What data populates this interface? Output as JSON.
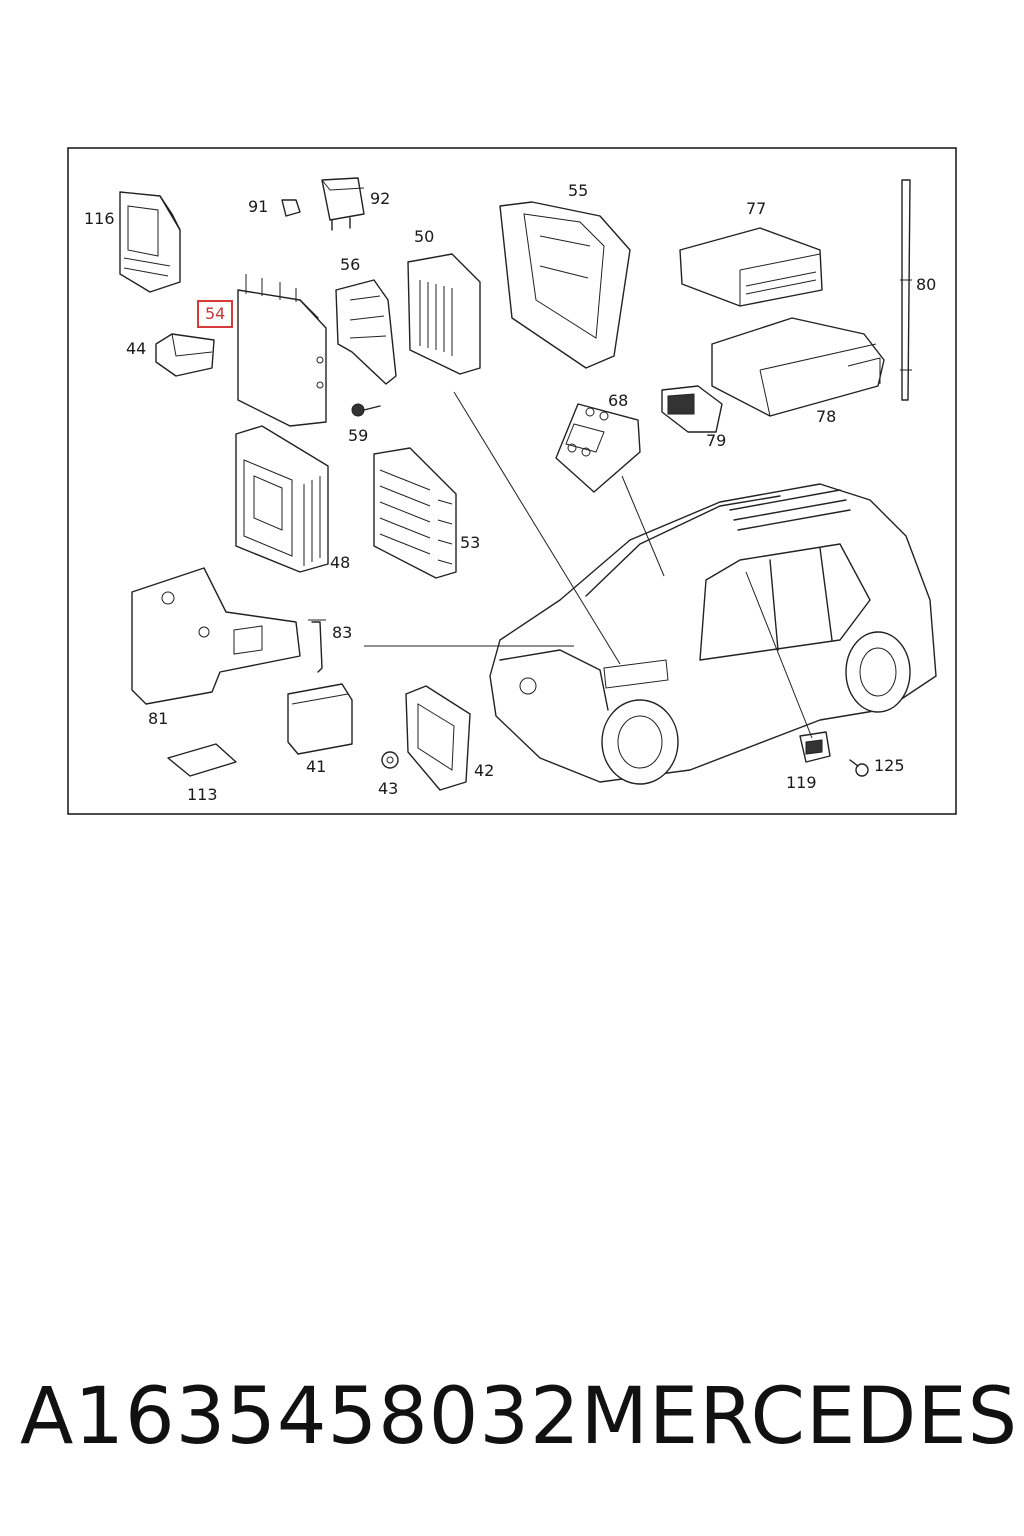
{
  "callouts": [
    {
      "id": "116",
      "label": "116"
    },
    {
      "id": "91",
      "label": "91"
    },
    {
      "id": "92",
      "label": "92"
    },
    {
      "id": "55",
      "label": "55"
    },
    {
      "id": "77",
      "label": "77"
    },
    {
      "id": "56",
      "label": "56"
    },
    {
      "id": "50",
      "label": "50"
    },
    {
      "id": "80",
      "label": "80"
    },
    {
      "id": "54",
      "label": "54",
      "highlighted": true
    },
    {
      "id": "44",
      "label": "44"
    },
    {
      "id": "68",
      "label": "68"
    },
    {
      "id": "78",
      "label": "78"
    },
    {
      "id": "79",
      "label": "79"
    },
    {
      "id": "59",
      "label": "59"
    },
    {
      "id": "53",
      "label": "53"
    },
    {
      "id": "48",
      "label": "48"
    },
    {
      "id": "83",
      "label": "83"
    },
    {
      "id": "81",
      "label": "81"
    },
    {
      "id": "41",
      "label": "41"
    },
    {
      "id": "42",
      "label": "42"
    },
    {
      "id": "43",
      "label": "43"
    },
    {
      "id": "113",
      "label": "113"
    },
    {
      "id": "119",
      "label": "119"
    },
    {
      "id": "125",
      "label": "125"
    }
  ],
  "colors": {
    "highlight": "#d83a3a",
    "line": "#222222"
  },
  "footer": {
    "part_number": "A1635458032",
    "brand": "MERCEDES"
  }
}
